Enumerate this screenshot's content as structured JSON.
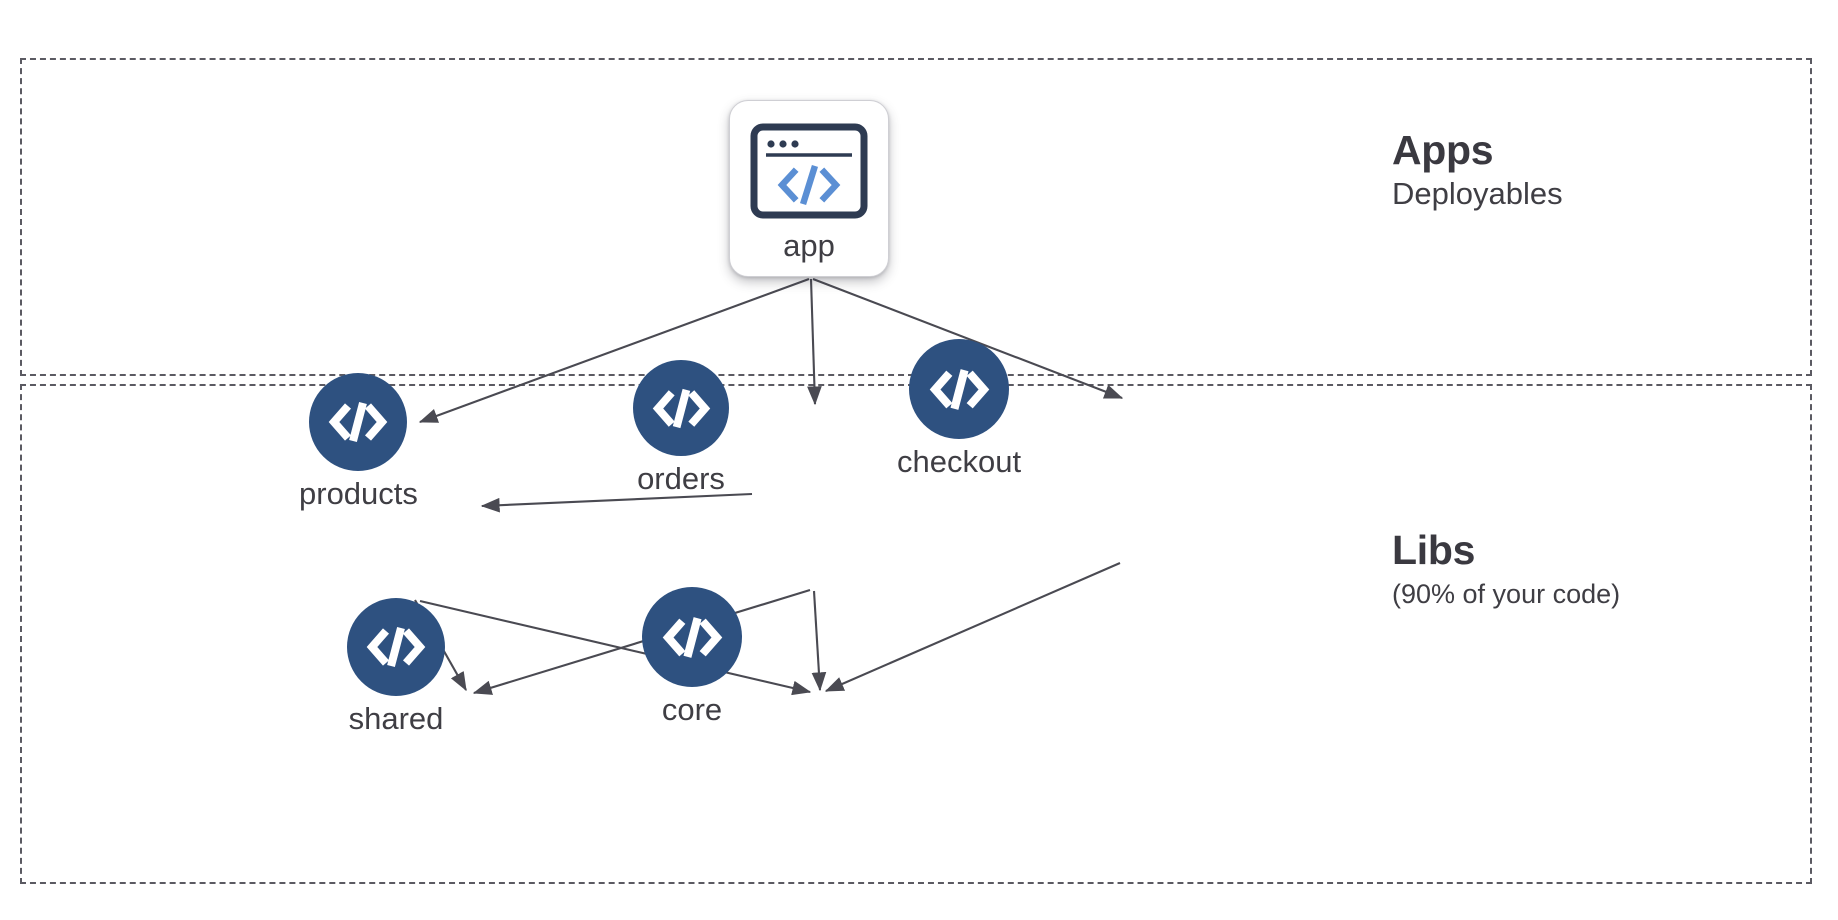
{
  "diagram": {
    "title": "Apps and Libs dependency graph",
    "background": "#ffffff",
    "node_fill": "#2e5180",
    "edge_color": "#4a4a52",
    "region_border": "#5b5a62",
    "text_color": "#3f3e44",
    "code_glyph": "</>"
  },
  "regions": [
    {
      "id": "apps",
      "title": "Apps",
      "subtitle": "Deployables"
    },
    {
      "id": "libs",
      "title": "Libs",
      "subtitle": "(90% of your code)"
    }
  ],
  "nodes": {
    "app": {
      "label": "app",
      "type": "app-card",
      "icon": "browser-code-icon",
      "glyph": "</>"
    },
    "products": {
      "label": "products",
      "type": "lib-circle",
      "icon": "code-icon"
    },
    "orders": {
      "label": "orders",
      "type": "lib-circle",
      "icon": "code-icon"
    },
    "checkout": {
      "label": "checkout",
      "type": "lib-circle",
      "icon": "code-icon"
    },
    "shared": {
      "label": "shared",
      "type": "lib-circle",
      "icon": "code-icon"
    },
    "core": {
      "label": "core",
      "type": "lib-circle",
      "icon": "code-icon"
    }
  },
  "edges": [
    {
      "from": "app",
      "to": "products"
    },
    {
      "from": "app",
      "to": "orders"
    },
    {
      "from": "app",
      "to": "checkout"
    },
    {
      "from": "orders",
      "to": "products"
    },
    {
      "from": "products",
      "to": "shared"
    },
    {
      "from": "products",
      "to": "core"
    },
    {
      "from": "orders",
      "to": "shared"
    },
    {
      "from": "orders",
      "to": "core"
    },
    {
      "from": "checkout",
      "to": "core"
    }
  ]
}
